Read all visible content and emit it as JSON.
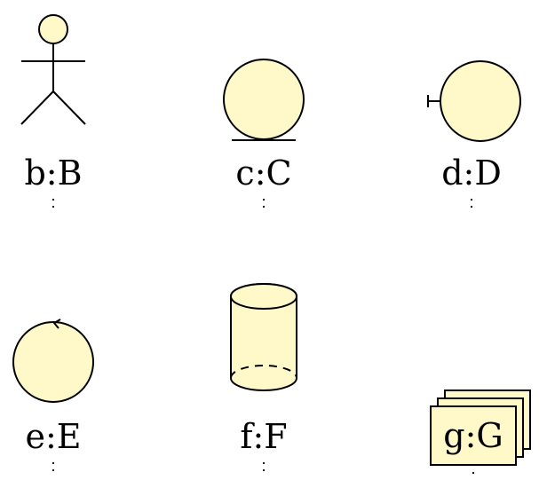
{
  "diagram": {
    "type": "uml-sequence-participants",
    "fill_color": "#fff8c8",
    "stroke_color": "#000000",
    "participants": [
      {
        "label": "b:B",
        "kind": "actor",
        "icon": "stick-figure-icon"
      },
      {
        "label": "c:C",
        "kind": "entity",
        "icon": "entity-circle-icon"
      },
      {
        "label": "d:D",
        "kind": "boundary",
        "icon": "boundary-circle-icon"
      },
      {
        "label": "e:E",
        "kind": "control",
        "icon": "control-circle-icon"
      },
      {
        "label": "f:F",
        "kind": "database",
        "icon": "cylinder-icon"
      },
      {
        "label": "g:G",
        "kind": "collections",
        "icon": "stacked-boxes-icon"
      }
    ]
  }
}
